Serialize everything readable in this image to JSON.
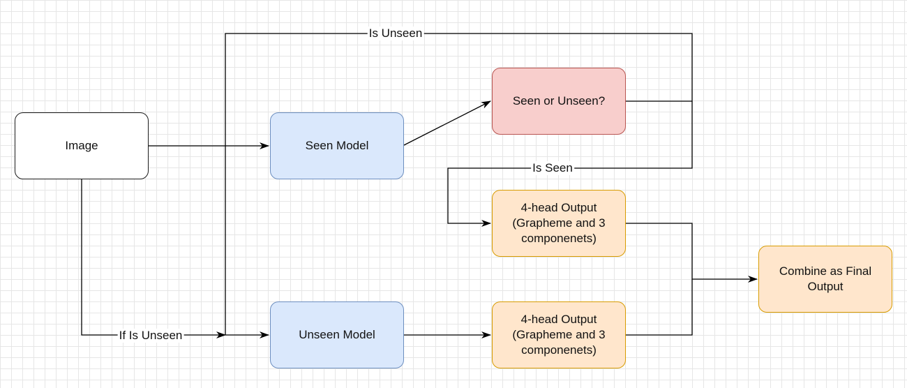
{
  "colors": {
    "default_fill": "#ffffff",
    "default_stroke": "#1a1a1a",
    "model_fill": "#dae8fc",
    "model_stroke": "#6c8ebf",
    "decision_fill": "#f8cecc",
    "decision_stroke": "#b85450",
    "output_fill": "#ffe6cc",
    "output_stroke": "#d79b00",
    "edge": "#000000"
  },
  "nodes": {
    "image": {
      "label": "Image"
    },
    "seen_model": {
      "label": "Seen Model"
    },
    "unseen_model": {
      "label": "Unseen Model"
    },
    "decision": {
      "label": "Seen or Unseen?"
    },
    "seen_output": {
      "label": "4-head Output\n(Grapheme and 3\ncomponenets)"
    },
    "unseen_output": {
      "label": "4-head Output\n(Grapheme and 3\ncomponenets)"
    },
    "final": {
      "label": "Combine as Final\nOutput"
    }
  },
  "edge_labels": {
    "is_unseen": "Is Unseen",
    "is_seen": "Is Seen",
    "if_is_unseen": "If Is Unseen"
  }
}
